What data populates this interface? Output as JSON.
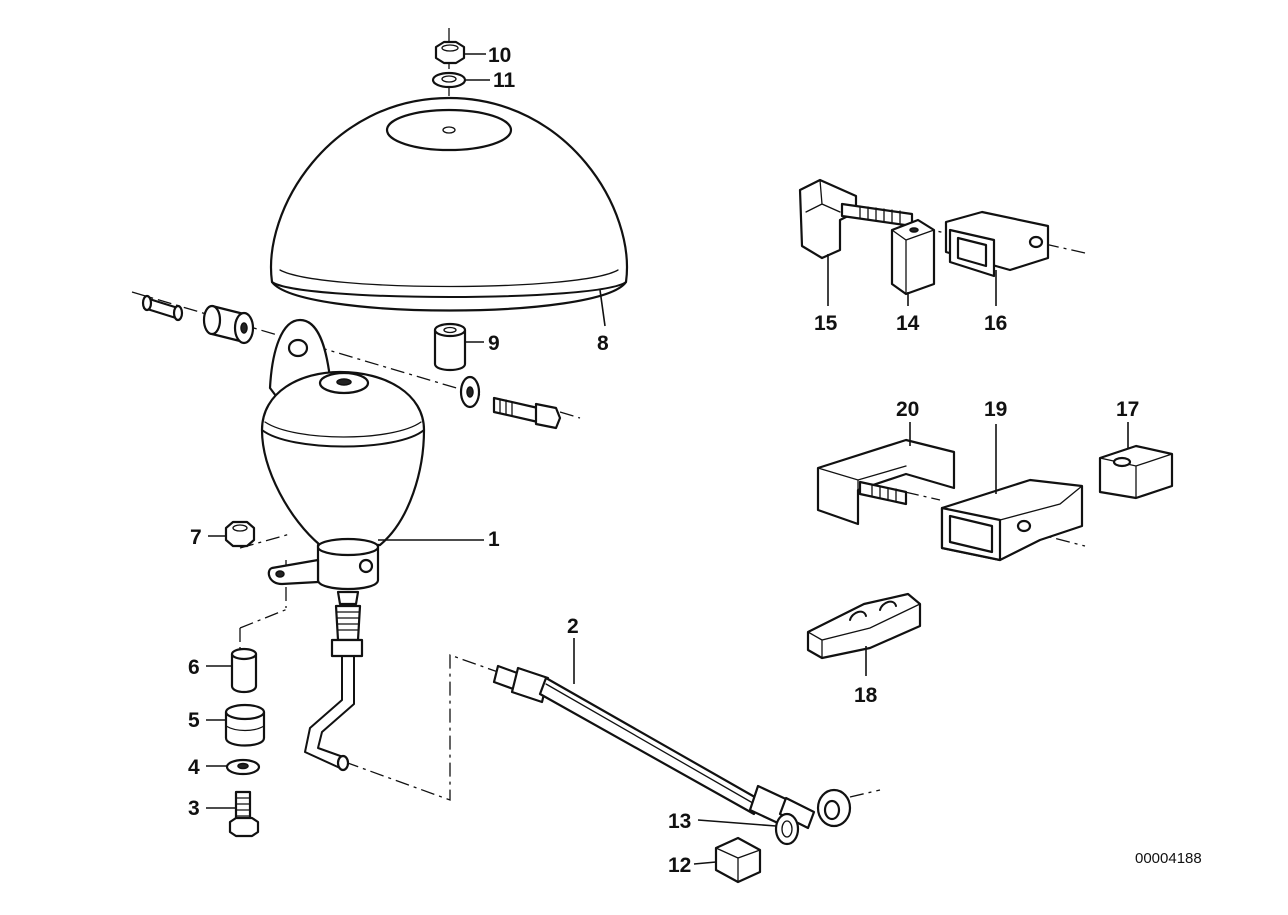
{
  "callouts": {
    "c1": "1",
    "c2": "2",
    "c3": "3",
    "c4": "4",
    "c5": "5",
    "c6": "6",
    "c7": "7",
    "c8": "8",
    "c9": "9",
    "c10": "10",
    "c11": "11",
    "c12": "12",
    "c13": "13",
    "c14": "14",
    "c15": "15",
    "c16": "16",
    "c17": "17",
    "c18": "18",
    "c19": "19",
    "c20": "20"
  },
  "document_number": "00004188",
  "colors": {
    "ink": "#111111",
    "background": "#ffffff"
  }
}
